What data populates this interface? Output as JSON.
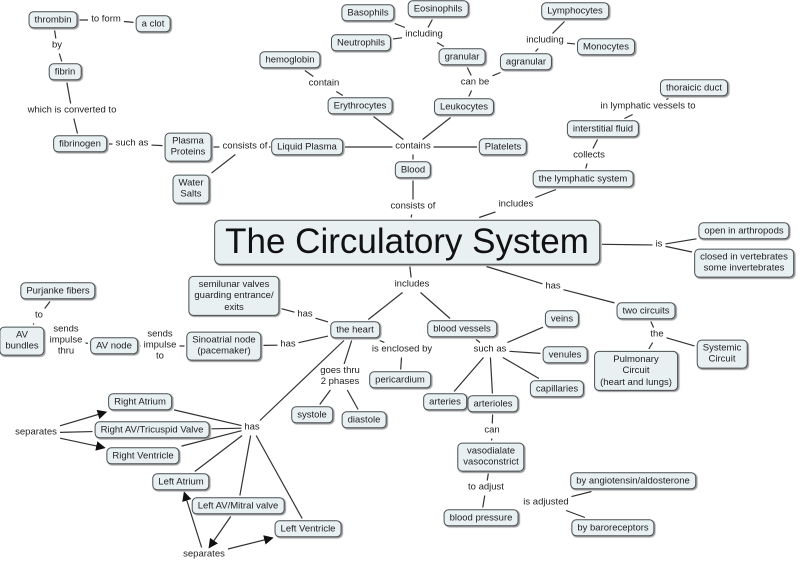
{
  "concepts": [
    {
      "id": "title",
      "text": "The Circulatory System"
    },
    {
      "id": "thrombin",
      "text": "thrombin"
    },
    {
      "id": "clot",
      "text": "a clot"
    },
    {
      "id": "fibrin",
      "text": "fibrin"
    },
    {
      "id": "fibrinogen",
      "text": "fibrinogen"
    },
    {
      "id": "plasmaprot",
      "text": "Plasma\nProteins"
    },
    {
      "id": "water",
      "text": "Water\nSalts"
    },
    {
      "id": "liquid",
      "text": "Liquid Plasma"
    },
    {
      "id": "hemoglobin",
      "text": "hemoglobin"
    },
    {
      "id": "erythro",
      "text": "Erythrocytes"
    },
    {
      "id": "basophils",
      "text": "Basophils"
    },
    {
      "id": "neutrophils",
      "text": "Neutrophils"
    },
    {
      "id": "eosinophils",
      "text": "Eosinophils"
    },
    {
      "id": "granular",
      "text": "granular"
    },
    {
      "id": "agranular",
      "text": "agranular"
    },
    {
      "id": "lymphocytes",
      "text": "Lymphocytes"
    },
    {
      "id": "monocytes",
      "text": "Monocytes"
    },
    {
      "id": "leuko",
      "text": "Leukocytes"
    },
    {
      "id": "platelets",
      "text": "Platelets"
    },
    {
      "id": "blood",
      "text": "Blood"
    },
    {
      "id": "thoracic",
      "text": "thoraicic duct"
    },
    {
      "id": "interstitial",
      "text": "interstitial fluid"
    },
    {
      "id": "lymphatic",
      "text": "the lymphatic system"
    },
    {
      "id": "open",
      "text": "open in arthropods"
    },
    {
      "id": "closed",
      "text": "closed in vertebrates\nsome invertebrates"
    },
    {
      "id": "purjanke",
      "text": "Purjanke fibers"
    },
    {
      "id": "avbundles",
      "text": "AV\nbundles"
    },
    {
      "id": "avnode",
      "text": "AV node"
    },
    {
      "id": "sanode",
      "text": "Sinoatrial node\n(pacemaker)"
    },
    {
      "id": "semilunar",
      "text": "semilunar valves\nguarding entrance/\nexits"
    },
    {
      "id": "heart",
      "text": "the heart"
    },
    {
      "id": "vessels",
      "text": "blood vessels"
    },
    {
      "id": "veins",
      "text": "veins"
    },
    {
      "id": "venules",
      "text": "venules"
    },
    {
      "id": "capillaries",
      "text": "capillaries"
    },
    {
      "id": "arteries",
      "text": "arteries"
    },
    {
      "id": "arterioles",
      "text": "arterioles"
    },
    {
      "id": "pericardium",
      "text": "pericardium"
    },
    {
      "id": "systole",
      "text": "systole"
    },
    {
      "id": "diastole",
      "text": "diastole"
    },
    {
      "id": "twocircuits",
      "text": "two circuits"
    },
    {
      "id": "pulmonary",
      "text": "Pulmonary\nCircuit\n(heart and lungs)"
    },
    {
      "id": "systemic",
      "text": "Systemic\nCircuit"
    },
    {
      "id": "ratrium",
      "text": "Right Atrium"
    },
    {
      "id": "rav",
      "text": "Right AV/Tricuspid Valve"
    },
    {
      "id": "rventricle",
      "text": "Right Ventricle"
    },
    {
      "id": "latrium",
      "text": "Left Atrium"
    },
    {
      "id": "lav",
      "text": "Left AV/Mitral valve"
    },
    {
      "id": "lventricle",
      "text": "Left Ventricle"
    },
    {
      "id": "vaso",
      "text": "vasodialate\nvasoconstrict"
    },
    {
      "id": "bp",
      "text": "blood pressure"
    },
    {
      "id": "angio",
      "text": "by angiotensin/aldosterone"
    },
    {
      "id": "baro",
      "text": "by baroreceptors"
    }
  ],
  "links": [
    {
      "id": "l_toform",
      "text": "to form"
    },
    {
      "id": "l_by",
      "text": "by"
    },
    {
      "id": "l_converted",
      "text": "which is converted to"
    },
    {
      "id": "l_suchas1",
      "text": "such as"
    },
    {
      "id": "l_consists1",
      "text": "consists of"
    },
    {
      "id": "l_contain",
      "text": "contain"
    },
    {
      "id": "l_including1",
      "text": "including"
    },
    {
      "id": "l_including2",
      "text": "including"
    },
    {
      "id": "l_canbe",
      "text": "can be"
    },
    {
      "id": "l_contains",
      "text": "contains"
    },
    {
      "id": "l_consists2",
      "text": "consists of"
    },
    {
      "id": "l_lymphvessels",
      "text": "in lymphatic vessels to"
    },
    {
      "id": "l_collects",
      "text": "collects"
    },
    {
      "id": "l_includes1",
      "text": "includes"
    },
    {
      "id": "l_is",
      "text": "is"
    },
    {
      "id": "l_includes2",
      "text": "includes"
    },
    {
      "id": "l_has1",
      "text": "has"
    },
    {
      "id": "l_to",
      "text": "to"
    },
    {
      "id": "l_sendsthru",
      "text": "sends\nimpulse\nthru"
    },
    {
      "id": "l_sendsto",
      "text": "sends\nimpulse\nto"
    },
    {
      "id": "l_has2",
      "text": "has"
    },
    {
      "id": "l_has3",
      "text": "has"
    },
    {
      "id": "l_phases",
      "text": "goes thru\n2 phases"
    },
    {
      "id": "l_enclosed",
      "text": "is enclosed by"
    },
    {
      "id": "l_suchas2",
      "text": "such as"
    },
    {
      "id": "l_the",
      "text": "the"
    },
    {
      "id": "l_can",
      "text": "can"
    },
    {
      "id": "l_toadjust",
      "text": "to adjust"
    },
    {
      "id": "l_adjusted",
      "text": "is adjusted"
    },
    {
      "id": "l_has4",
      "text": "has"
    },
    {
      "id": "l_sep1",
      "text": "separates"
    },
    {
      "id": "l_sep2",
      "text": "separates"
    }
  ],
  "edges": [
    [
      "thrombin",
      "l_toform"
    ],
    [
      "l_toform",
      "clot"
    ],
    [
      "thrombin",
      "l_by"
    ],
    [
      "l_by",
      "fibrin"
    ],
    [
      "fibrin",
      "l_converted"
    ],
    [
      "l_converted",
      "fibrinogen"
    ],
    [
      "fibrinogen",
      "l_suchas1"
    ],
    [
      "l_suchas1",
      "plasmaprot"
    ],
    [
      "plasmaprot",
      "l_consists1"
    ],
    [
      "water",
      "l_consists1"
    ],
    [
      "l_consists1",
      "liquid"
    ],
    [
      "liquid",
      "l_contains"
    ],
    [
      "hemoglobin",
      "l_contain"
    ],
    [
      "l_contain",
      "erythro"
    ],
    [
      "erythro",
      "l_contains"
    ],
    [
      "leuko",
      "l_contains"
    ],
    [
      "l_contains",
      "platelets"
    ],
    [
      "l_contains",
      "blood"
    ],
    [
      "blood",
      "l_consists2"
    ],
    [
      "l_consists2",
      "title"
    ],
    [
      "basophils",
      "l_including1"
    ],
    [
      "neutrophils",
      "l_including1"
    ],
    [
      "eosinophils",
      "l_including1"
    ],
    [
      "l_including1",
      "granular"
    ],
    [
      "lymphocytes",
      "l_including2"
    ],
    [
      "monocytes",
      "l_including2"
    ],
    [
      "l_including2",
      "agranular"
    ],
    [
      "granular",
      "l_canbe"
    ],
    [
      "agranular",
      "l_canbe"
    ],
    [
      "l_canbe",
      "leuko"
    ],
    [
      "thoracic",
      "l_lymphvessels"
    ],
    [
      "l_lymphvessels",
      "interstitial"
    ],
    [
      "interstitial",
      "l_collects"
    ],
    [
      "l_collects",
      "lymphatic"
    ],
    [
      "lymphatic",
      "l_includes1"
    ],
    [
      "l_includes1",
      "title"
    ],
    [
      "title",
      "l_is"
    ],
    [
      "l_is",
      "open"
    ],
    [
      "l_is",
      "closed"
    ],
    [
      "title",
      "l_includes2"
    ],
    [
      "l_includes2",
      "heart"
    ],
    [
      "l_includes2",
      "vessels"
    ],
    [
      "title",
      "l_has1"
    ],
    [
      "l_has1",
      "twocircuits"
    ],
    [
      "twocircuits",
      "l_the"
    ],
    [
      "l_the",
      "pulmonary"
    ],
    [
      "l_the",
      "systemic"
    ],
    [
      "purjanke",
      "l_to"
    ],
    [
      "l_to",
      "avbundles"
    ],
    [
      "avbundles",
      "l_sendsthru"
    ],
    [
      "l_sendsthru",
      "avnode"
    ],
    [
      "avnode",
      "l_sendsto"
    ],
    [
      "l_sendsto",
      "sanode"
    ],
    [
      "sanode",
      "l_has3"
    ],
    [
      "l_has3",
      "heart"
    ],
    [
      "semilunar",
      "l_has2"
    ],
    [
      "l_has2",
      "heart"
    ],
    [
      "heart",
      "l_phases"
    ],
    [
      "l_phases",
      "systole"
    ],
    [
      "l_phases",
      "diastole"
    ],
    [
      "heart",
      "l_enclosed"
    ],
    [
      "l_enclosed",
      "pericardium"
    ],
    [
      "heart",
      "l_has4"
    ],
    [
      "l_has4",
      "ratrium"
    ],
    [
      "l_has4",
      "rav"
    ],
    [
      "l_has4",
      "rventricle"
    ],
    [
      "l_has4",
      "latrium"
    ],
    [
      "l_has4",
      "lav"
    ],
    [
      "l_has4",
      "lventricle"
    ],
    [
      "vessels",
      "l_suchas2"
    ],
    [
      "l_suchas2",
      "veins"
    ],
    [
      "l_suchas2",
      "venules"
    ],
    [
      "l_suchas2",
      "capillaries"
    ],
    [
      "l_suchas2",
      "arteries"
    ],
    [
      "l_suchas2",
      "arterioles"
    ],
    [
      "arterioles",
      "l_can"
    ],
    [
      "l_can",
      "vaso"
    ],
    [
      "vaso",
      "l_toadjust"
    ],
    [
      "l_toadjust",
      "bp"
    ],
    [
      "bp",
      "l_adjusted"
    ],
    [
      "l_adjusted",
      "angio"
    ],
    [
      "l_adjusted",
      "baro"
    ],
    [
      "l_sep1",
      "rav"
    ],
    [
      "l_sep1",
      "ratrium",
      true
    ],
    [
      "l_sep1",
      "rventricle",
      true
    ],
    [
      "lav",
      "l_sep2",
      true
    ],
    [
      "l_sep2",
      "latrium",
      true
    ],
    [
      "l_sep2",
      "lventricle",
      true
    ]
  ]
}
